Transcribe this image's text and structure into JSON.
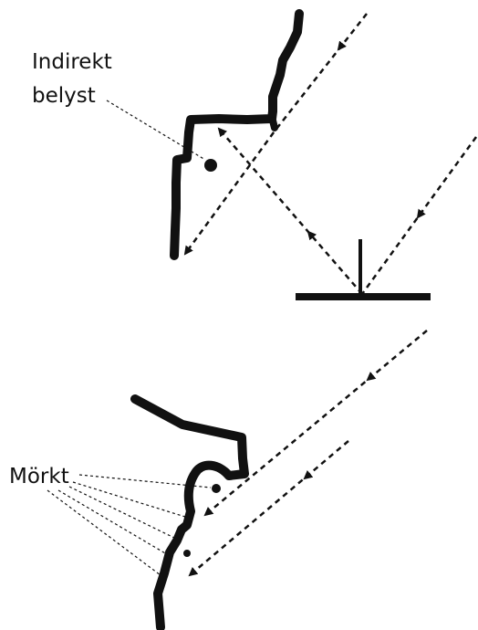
{
  "labels": {
    "indirect_line1": "Indirekt",
    "indirect_line2": "belyst",
    "dark": "Mörkt"
  },
  "colors": {
    "ink": "#111111",
    "background": "#ffffff"
  }
}
